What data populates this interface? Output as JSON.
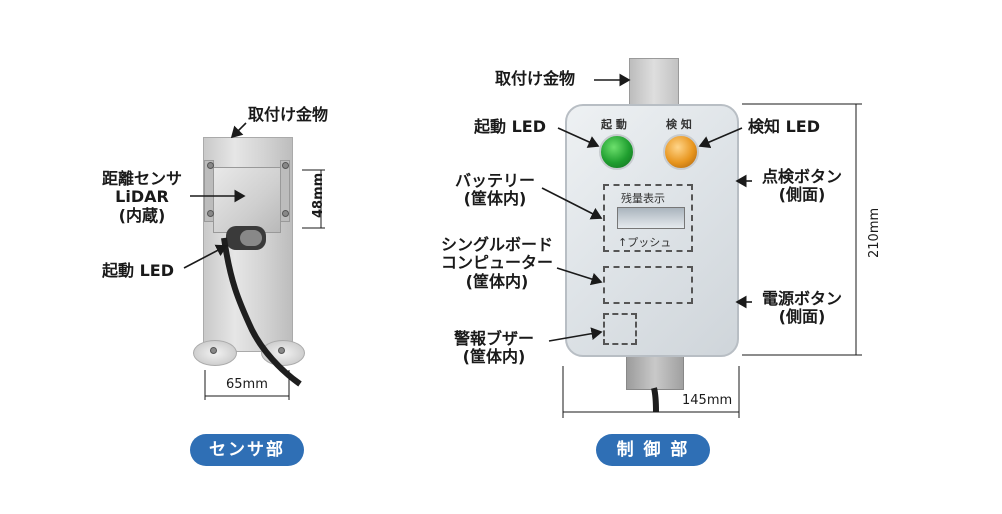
{
  "sensor_unit": {
    "mount_label": "取付け金物",
    "sensor_label_1": "距離センサ",
    "sensor_label_2": "LiDAR",
    "sensor_label_3": "(内蔵)",
    "led_label": "起動 LED",
    "dim_height": "48mm",
    "dim_width": "65mm",
    "badge": "センサ部"
  },
  "control_unit": {
    "mount_label": "取付け金物",
    "start_led_label": "起動 LED",
    "detect_led_label": "検知 LED",
    "face_start": "起 動",
    "face_detect": "検 知",
    "battery_label": "バッテリー",
    "battery_sub": "(筐体内)",
    "remaining_label": "残量表示",
    "push_label": "↑プッシュ",
    "board_label_1": "シングルボード",
    "board_label_2": "コンピューター",
    "board_sub": "(筐体内)",
    "buzzer_label": "警報ブザー",
    "buzzer_sub": "(筐体内)",
    "inspect_button_label": "点検ボタン",
    "inspect_button_sub": "(側面)",
    "power_button_label": "電源ボタン",
    "power_button_sub": "(側面)",
    "dim_height": "210mm",
    "dim_width": "145mm",
    "badge": "制 御 部"
  },
  "colors": {
    "badge_bg": "#2f6fb5",
    "led_green": "#1f9e2f",
    "led_orange": "#e8961f"
  }
}
